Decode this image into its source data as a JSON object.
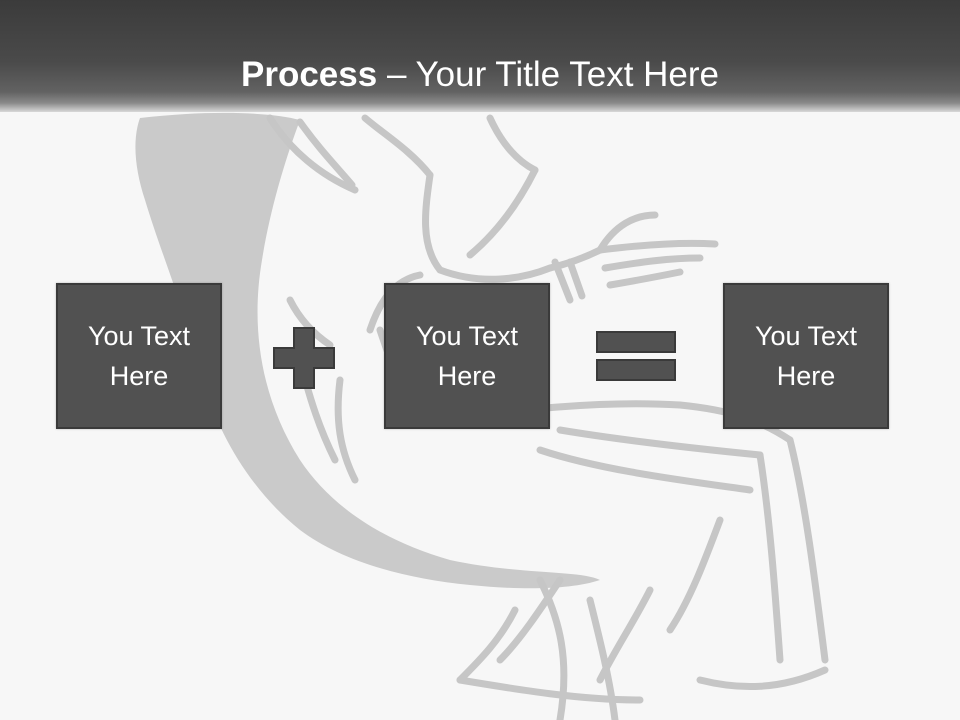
{
  "slide": {
    "title_bold": "Process",
    "title_rest": " – Your Title Text Here"
  },
  "process": {
    "boxes": [
      {
        "text": "You Text\nHere"
      },
      {
        "text": "You Text\nHere"
      },
      {
        "text": "You Text\nHere"
      }
    ],
    "operators": [
      "plus-icon",
      "equals-icon"
    ]
  },
  "colors": {
    "header": "#444444",
    "box_fill": "#515151",
    "box_border": "#3a3a3a",
    "background": "#f7f7f7",
    "art": "#c9c9c9"
  }
}
